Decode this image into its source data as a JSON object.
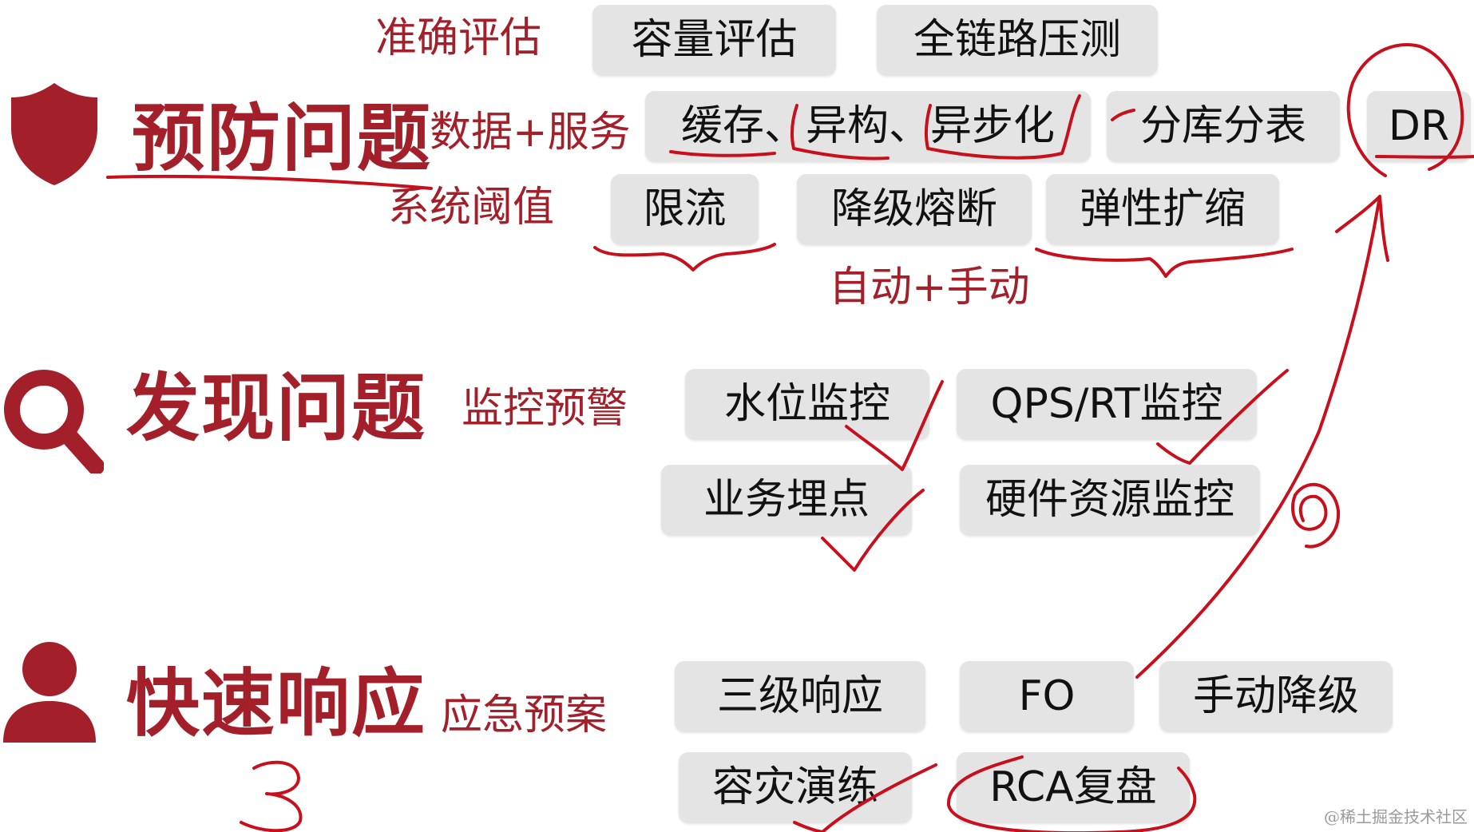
{
  "sections": [
    {
      "title": "预防问题",
      "icon": "shield-icon",
      "rows": [
        {
          "label": "准确评估",
          "items": [
            "容量评估",
            "全链路压测"
          ]
        },
        {
          "label": "数据+服务",
          "items": [
            "缓存、异构、异步化",
            "分库分表",
            "DR"
          ]
        },
        {
          "label": "系统阈值",
          "items": [
            "限流",
            "降级熔断",
            "弹性扩缩"
          ]
        }
      ],
      "note": "自动+手动"
    },
    {
      "title": "发现问题",
      "icon": "search-icon",
      "rows": [
        {
          "label": "监控预警",
          "items": [
            "水位监控",
            "QPS/RT监控",
            "业务埋点",
            "硬件资源监控"
          ]
        }
      ]
    },
    {
      "title": "快速响应",
      "icon": "user-icon",
      "rows": [
        {
          "label": "应急预案",
          "items": [
            "三级响应",
            "FO",
            "手动降级",
            "容灾演练",
            "RCA复盘"
          ]
        }
      ]
    }
  ],
  "annotation_number": "3",
  "watermark": "@稀土掘金技术社区",
  "colors": {
    "accent": "#a3202a",
    "ink": "#c8101d",
    "box": "#e4e4e4"
  }
}
